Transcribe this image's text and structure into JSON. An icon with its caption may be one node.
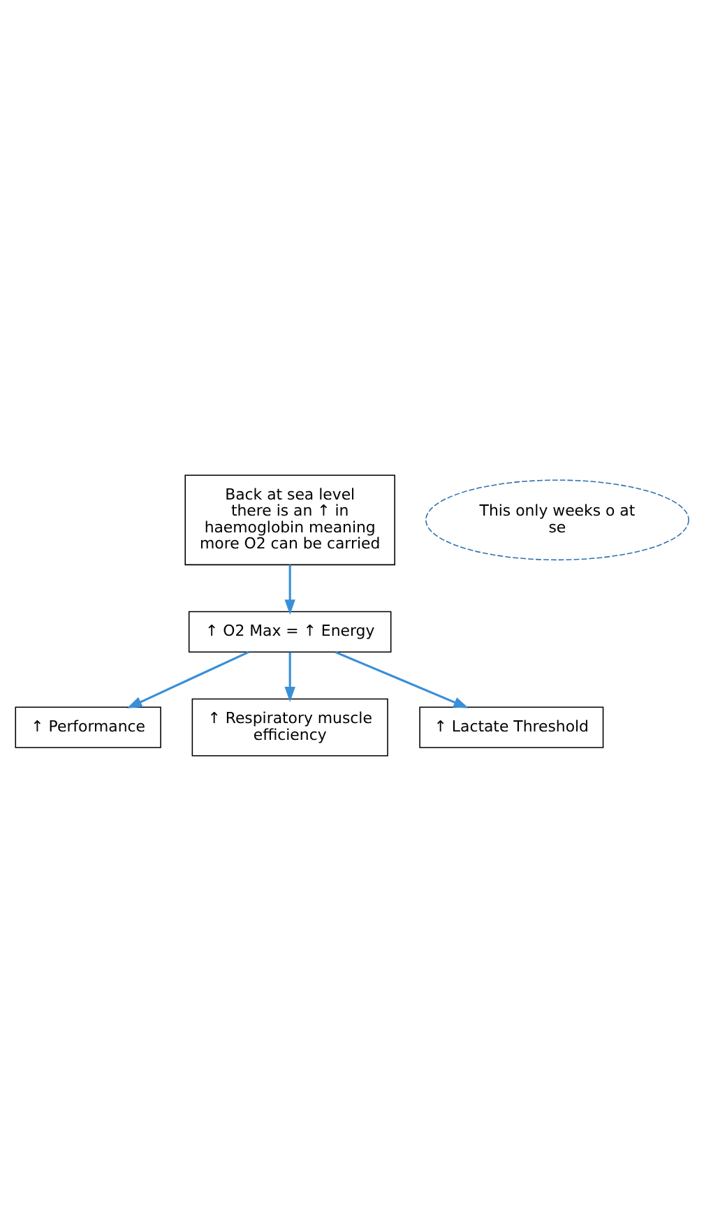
{
  "diagram": {
    "nodes": [
      {
        "text": [
          "Back at sea level there is an ↑ in haemoglobin meaning more O2 can be carried"
        ]
      },
      {
        "text": [
          "↑ O2 Max = ↑ Energy"
        ]
      },
      {
        "text": [
          "↑ Performance"
        ]
      },
      {
        "text": [
          "↑ Respiratory muscle efficiency"
        ]
      },
      {
        "text": [
          "↑ Lactate Threshold"
        ]
      },
      {
        "text": [
          "This only weeks o at se"
        ]
      }
    ],
    "edges": [
      {
        "from": 0,
        "to": 1,
        "arrow": "to",
        "color": "#3a8fd8"
      },
      {
        "from": 1,
        "to": 2,
        "arrow": "to",
        "color": "#3a8fd8"
      },
      {
        "from": 1,
        "to": 3,
        "arrow": "to",
        "color": "#3a8fd8"
      },
      {
        "from": 1,
        "to": 4,
        "arrow": "to",
        "color": "#3a8fd8"
      }
    ]
  }
}
